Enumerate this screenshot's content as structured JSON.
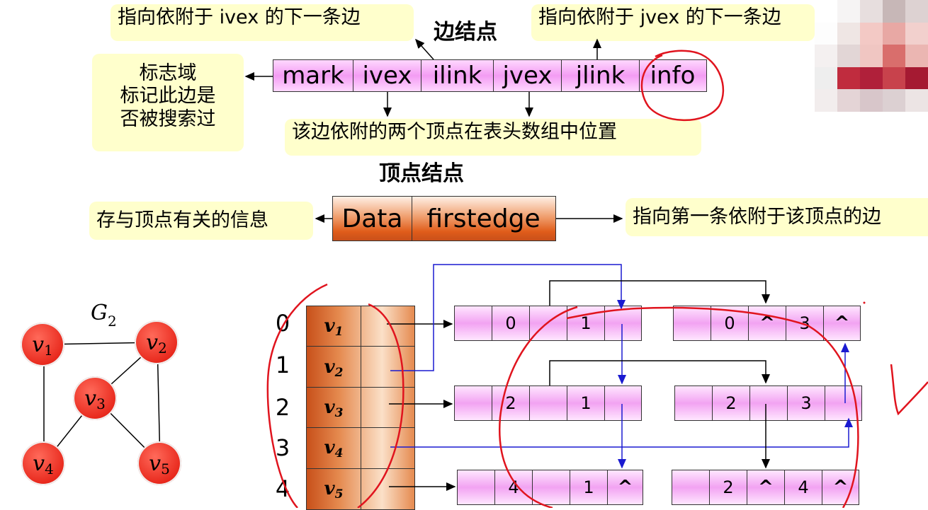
{
  "edge_node": {
    "heading": "边结点",
    "fields": [
      "mark",
      "ivex",
      "ilink",
      "jvex",
      "jlink",
      "info"
    ],
    "note_ilink": "指向依附于 ivex 的下一条边",
    "note_jlink": "指向依附于 jvex 的下一条边",
    "note_mark": [
      "标志域",
      "标记此边是",
      "否被搜索过"
    ],
    "note_vertices": "该边依附的两个顶点在表头数组中位置"
  },
  "vertex_node": {
    "heading": "顶点结点",
    "fields": [
      "Data",
      "firstedge"
    ],
    "note_data": "存与顶点有关的信息",
    "note_firstedge": "指向第一条依附于该顶点的边"
  },
  "graph": {
    "name": "G",
    "name_sub": "2",
    "vertices": [
      {
        "id": "v1",
        "label": "v",
        "sub": "1"
      },
      {
        "id": "v2",
        "label": "v",
        "sub": "2"
      },
      {
        "id": "v3",
        "label": "v",
        "sub": "3"
      },
      {
        "id": "v4",
        "label": "v",
        "sub": "4"
      },
      {
        "id": "v5",
        "label": "v",
        "sub": "5"
      }
    ],
    "edges": [
      [
        "v1",
        "v2"
      ],
      [
        "v1",
        "v4"
      ],
      [
        "v2",
        "v3"
      ],
      [
        "v2",
        "v5"
      ],
      [
        "v3",
        "v4"
      ],
      [
        "v3",
        "v5"
      ]
    ]
  },
  "multilist": {
    "indices": [
      "0",
      "1",
      "2",
      "3",
      "4"
    ],
    "vertex_names": [
      {
        "label": "v",
        "sub": "1"
      },
      {
        "label": "v",
        "sub": "2"
      },
      {
        "label": "v",
        "sub": "3"
      },
      {
        "label": "v",
        "sub": "4"
      },
      {
        "label": "v",
        "sub": "5"
      }
    ],
    "edge_nodes": [
      {
        "id": "e01",
        "cells": [
          "",
          "0",
          "",
          "1",
          ""
        ]
      },
      {
        "id": "e03",
        "cells": [
          "",
          "0",
          "^",
          "3",
          "^"
        ]
      },
      {
        "id": "e21",
        "cells": [
          "",
          "2",
          "",
          "1",
          ""
        ]
      },
      {
        "id": "e23",
        "cells": [
          "",
          "2",
          "",
          "3",
          ""
        ]
      },
      {
        "id": "e41",
        "cells": [
          "",
          "4",
          "",
          "1",
          "^"
        ]
      },
      {
        "id": "e24",
        "cells": [
          "",
          "2",
          "^",
          "4",
          "^"
        ]
      }
    ]
  },
  "colors": {
    "callout_bg": "#ffffcc",
    "edge_field_bg": "#f39cf3",
    "vertex_field_bg": "#e05c1a",
    "graph_node": "#e8281c",
    "pointer_black": "#000000",
    "pointer_blue": "#1a1ad0",
    "annotation_red": "#e0141e"
  }
}
